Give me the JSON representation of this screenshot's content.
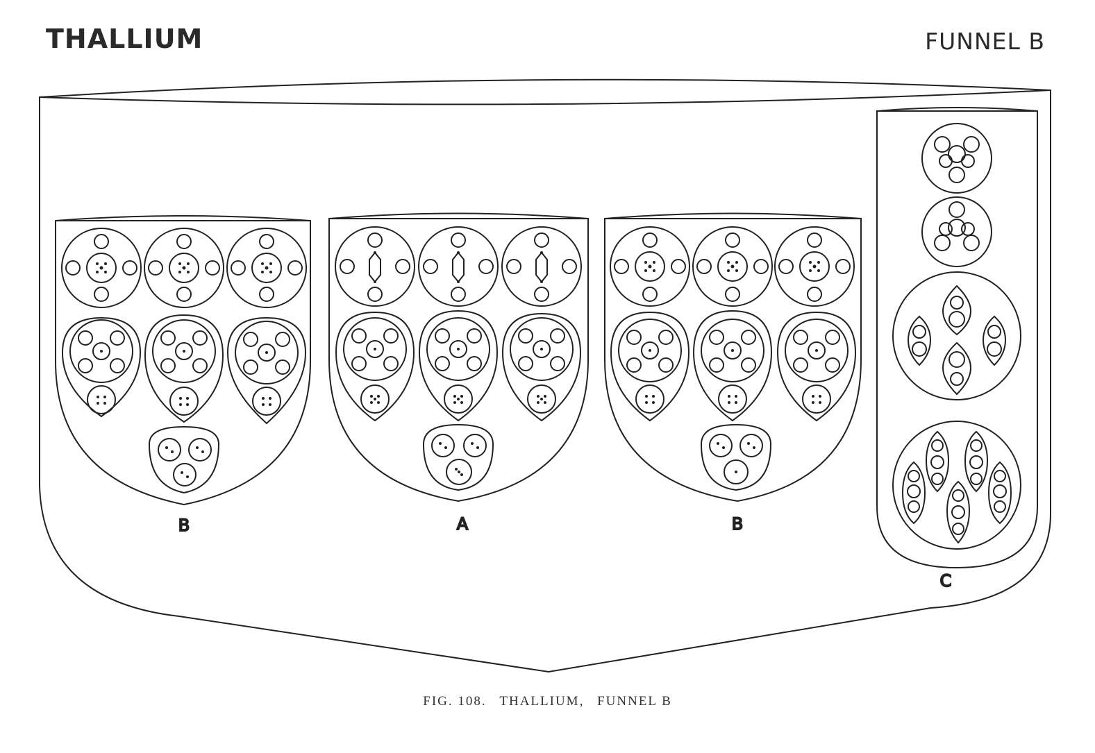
{
  "header": {
    "element": "THALLIUM",
    "funnel": "FUNNEL B"
  },
  "caption": {
    "fig": "FIG. 108.",
    "title": "THALLIUM,",
    "subtitle": "FUNNEL B"
  },
  "component_labels": {
    "left_b": "B",
    "center_a": "A",
    "right_b": "B",
    "column_c": "C"
  },
  "colors": {
    "line": "#222222",
    "background": "#ffffff"
  }
}
